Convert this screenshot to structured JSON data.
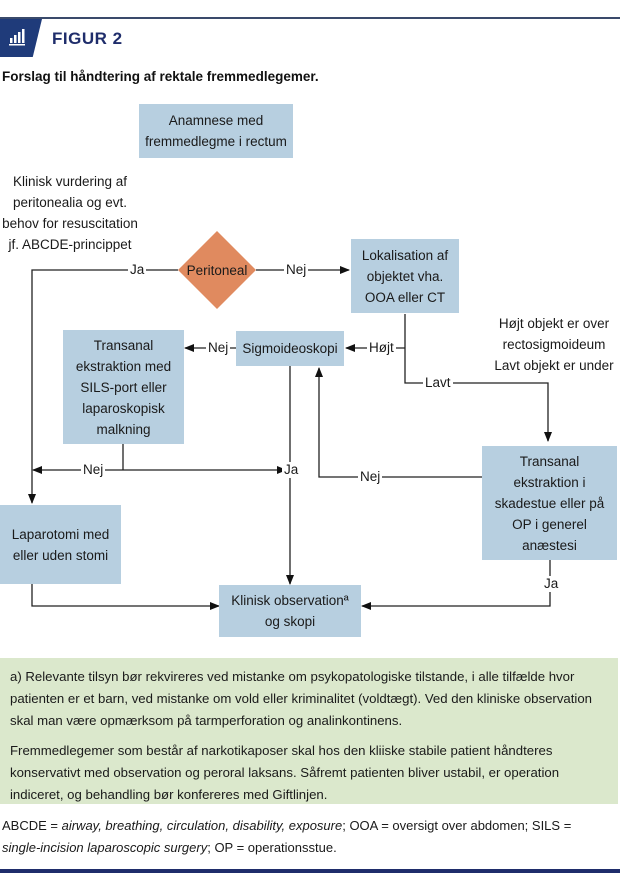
{
  "header": {
    "icon": "bar-chart-icon",
    "figure_label": "FIGUR 2",
    "subtitle": "Forslag til håndtering af rektale fremmedlegemer."
  },
  "nodes": {
    "anamnese": "Anamnese med fremmedlegme i rectum",
    "peritoneal": "Peritoneal",
    "lokalisation": "Lokalisation af objektet vha. OOA eller CT",
    "sigmoideoskopi": "Sigmoideoskopi",
    "transanal_sils": "Transanal ekstraktion med SILS-port eller laparoskopisk malkning",
    "laparotomi": "Laparotomi med eller uden stomi",
    "transanal_skadestue": "Transanal ekstraktion i skadestue eller på OP i generel anæstesi",
    "klinisk_obs": "Klinisk observationª og skopi"
  },
  "notes": {
    "klinisk_vurdering": "Klinisk vurdering af peritonealia og evt. behov for resuscitation jf. ABCDE-princippet",
    "hojt_lavt": "Højt objekt er over rectosigmoideum Lavt objekt er under"
  },
  "edge_labels": {
    "peritoneal_ja": "Ja",
    "peritoneal_nej": "Nej",
    "hojt": "Højt",
    "lavt": "Lavt",
    "sigmo_nej": "Nej",
    "sils_nej": "Nej",
    "sils_ja": "Ja",
    "skadestue_nej": "Nej",
    "skadestue_ja": "Ja"
  },
  "footnote": {
    "para1": "a) Relevante tilsyn bør rekvireres ved mistanke om psykopatologiske tilstande, i alle tilfælde hvor patienten er et barn, ved mistanke om vold eller kriminalitet (voldtægt). Ved den kliniske observation skal man være opmærksom på tarmperforation og analinkontinens.",
    "para2": "Fremmedlegemer som består af narkotikaposer skal hos den kliiske stabile patient håndteres konservativt med observation og peroral laksans. Såfremt patienten bliver ustabil, er operation indiceret, og behandling bør konfereres med Giftlinjen."
  },
  "abbreviations": {
    "abcde_key": "ABCDE = ",
    "abcde_val": "airway, breathing, circulation, disability, exposure",
    "ooa": "; OOA = oversigt over abdomen; SILS = ",
    "sils_val": "single-incision laparoscopic surgery",
    "op": "; OP = operationsstue."
  },
  "colors": {
    "box": "#b7cfe0",
    "decision": "#e08a5f",
    "footnote_bg": "#dbe8cc",
    "brand": "#1f2d6b"
  }
}
